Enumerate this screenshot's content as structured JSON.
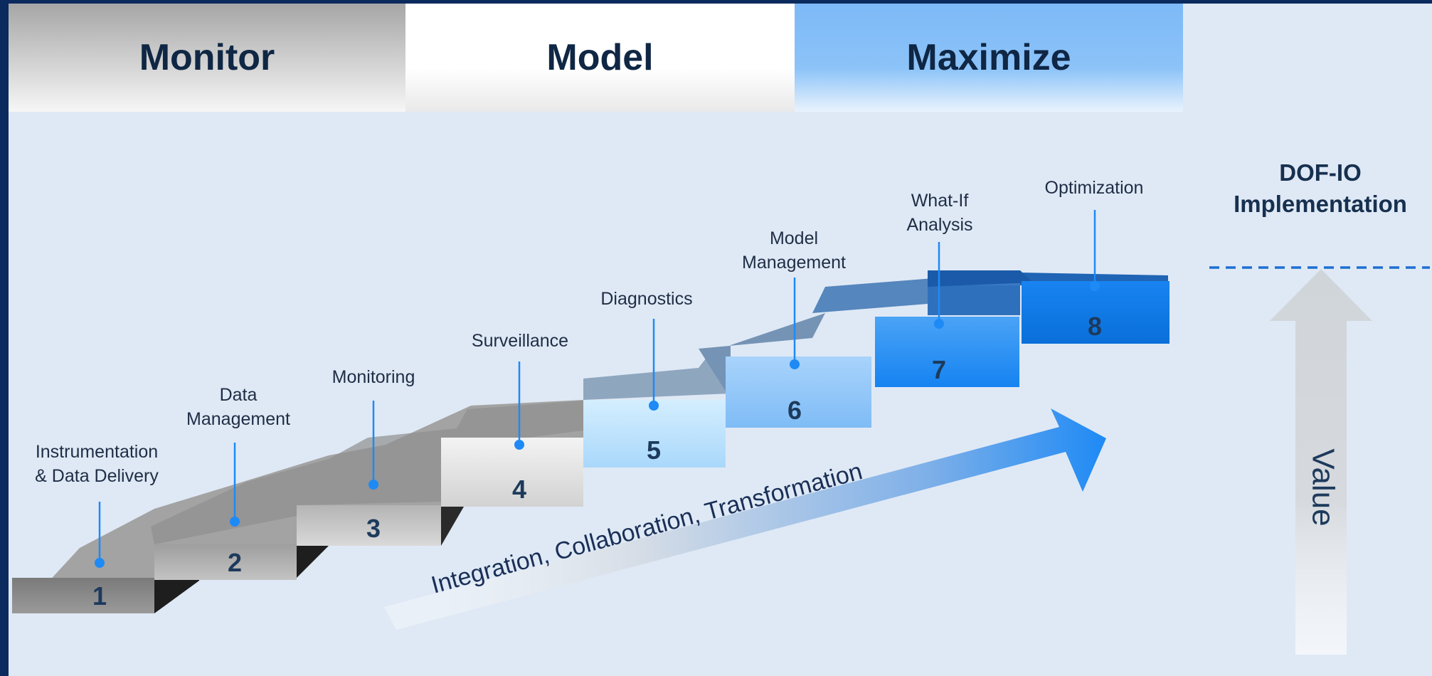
{
  "phases": [
    {
      "label": "Monitor"
    },
    {
      "label": "Model"
    },
    {
      "label": "Maximize"
    }
  ],
  "steps": [
    {
      "number": "1",
      "label": "Instrumentation\n& Data Delivery"
    },
    {
      "number": "2",
      "label": "Data\nManagement"
    },
    {
      "number": "3",
      "label": "Monitoring"
    },
    {
      "number": "4",
      "label": "Surveillance"
    },
    {
      "number": "5",
      "label": "Diagnostics"
    },
    {
      "number": "6",
      "label": "Model\nManagement"
    },
    {
      "number": "7",
      "label": "What-If\nAnalysis"
    },
    {
      "number": "8",
      "label": "Optimization"
    }
  ],
  "arrow_text": "Integration, Collaboration, Transformation",
  "implementation_title": "DOF-IO\nImplementation",
  "value_label": "Value",
  "colors": {
    "frame": "#0b2a5e",
    "background": "#dfe9f5",
    "accent_blue": "#1e8af5",
    "title_text": "#0f2744"
  }
}
